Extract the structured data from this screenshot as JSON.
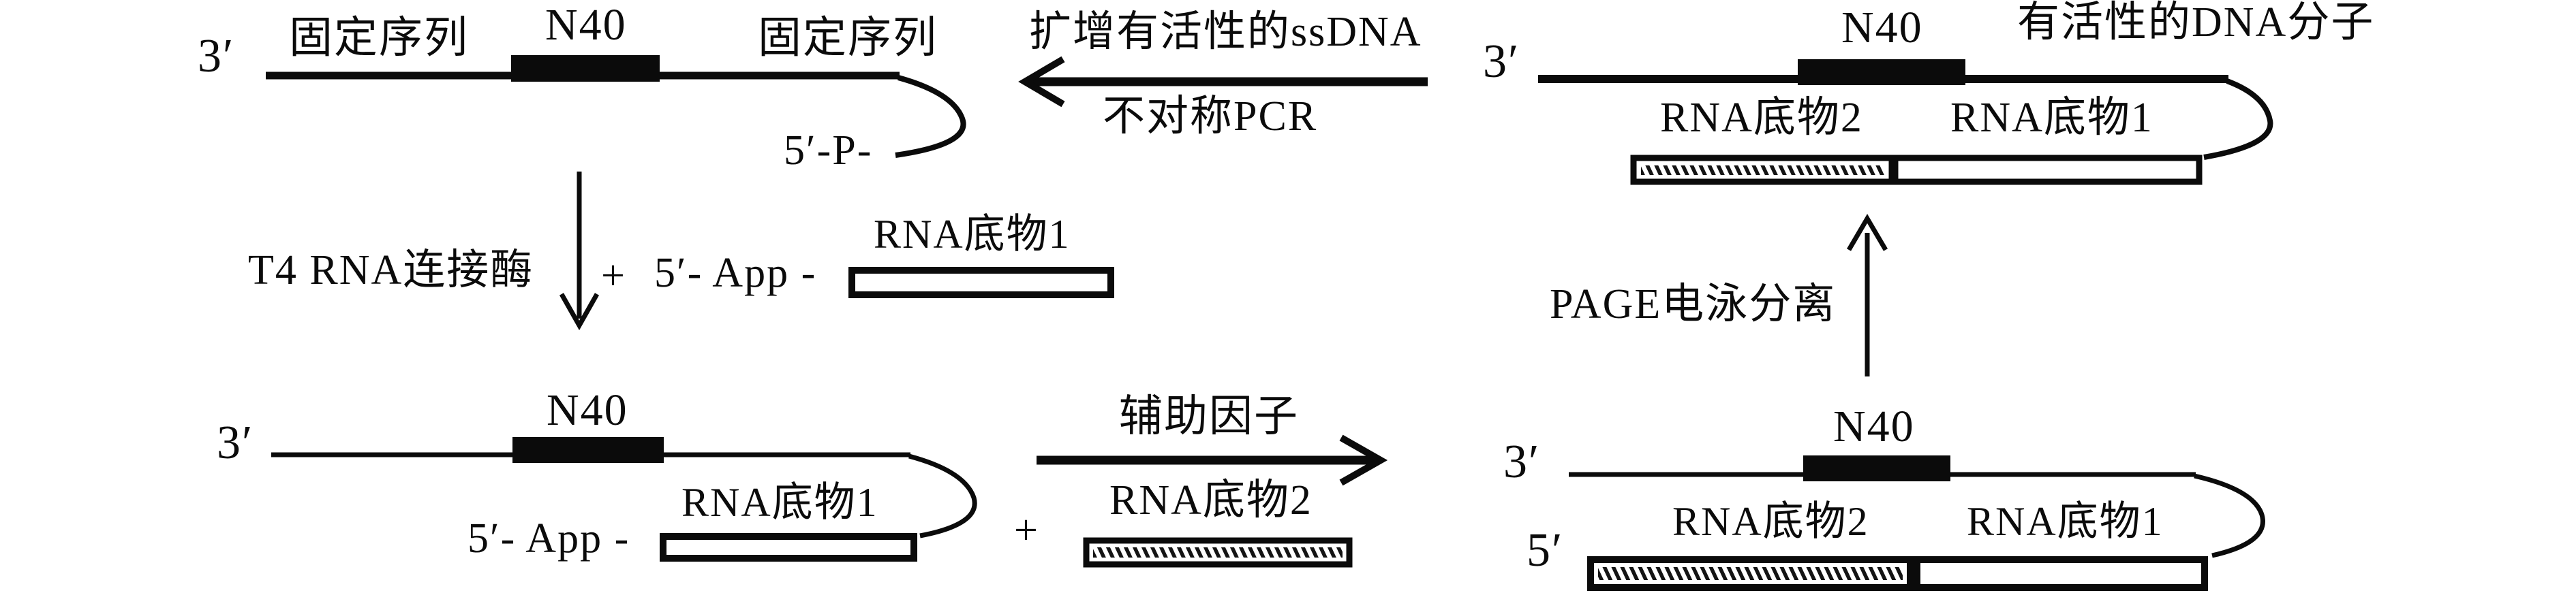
{
  "colors": {
    "background": "#ffffff",
    "ink": "#0b0b0b"
  },
  "top_left_construct": {
    "end_3": "3′",
    "fixed_left": "固定序列",
    "n40": "N40",
    "fixed_right": "固定序列",
    "end_5p": "5′-P-"
  },
  "amplification_arrow": {
    "line1": "扩增有活性的ssDNA",
    "line2": "不对称PCR"
  },
  "top_right_construct": {
    "end_3": "3′",
    "n40": "N40",
    "title": "有活性的DNA分子",
    "rna2": "RNA底物2",
    "rna1": "RNA底物1"
  },
  "ligation_step": {
    "enzyme": "T4 RNA连接酶",
    "plus": "+",
    "adapter": "5′- App -",
    "rna1": "RNA底物1"
  },
  "page_step": {
    "label": "PAGE电泳分离"
  },
  "bottom_left_construct": {
    "end_3": "3′",
    "n40": "N40",
    "rna1": "RNA底物1",
    "adapter": "5′- App -"
  },
  "cofactor_step": {
    "label": "辅助因子",
    "plus": "+",
    "rna2": "RNA底物2"
  },
  "bottom_right_construct": {
    "end_3": "3′",
    "end_5": "5′",
    "n40": "N40",
    "rna2": "RNA底物2",
    "rna1": "RNA底物1"
  }
}
